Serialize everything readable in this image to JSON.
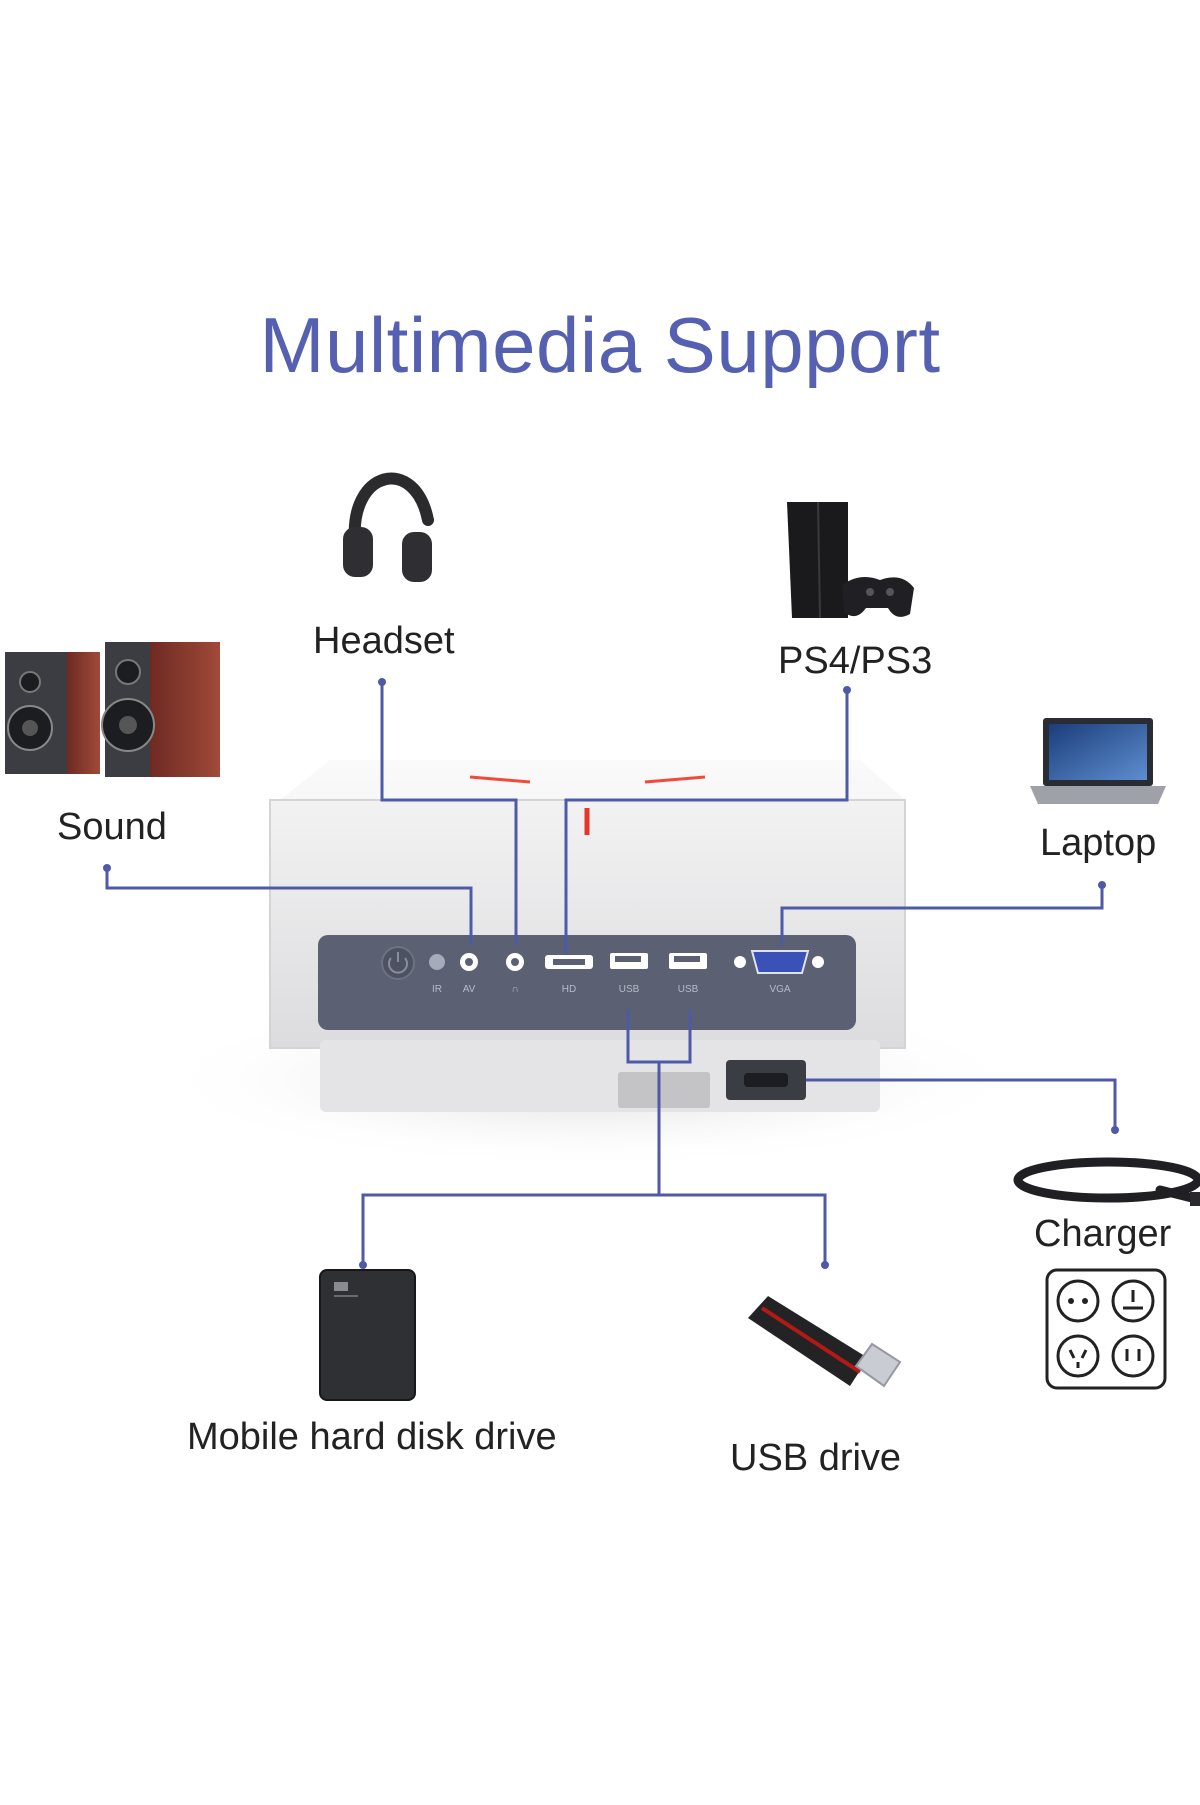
{
  "title": "Multimedia Support",
  "devices": {
    "headset": "Headset",
    "ps": "PS4/PS3",
    "sound": "Sound",
    "laptop": "Laptop",
    "charger": "Charger",
    "hdd": "Mobile hard disk drive",
    "usb_drive": "USB drive"
  },
  "ports": {
    "ir": "IR",
    "av": "AV",
    "headphone": "∩",
    "hd": "HD",
    "usb1": "USB",
    "usb2": "USB",
    "vga": "VGA"
  },
  "colors": {
    "title": "#5560b0",
    "connector": "#4e5aa8",
    "panel": "#5b6072"
  }
}
